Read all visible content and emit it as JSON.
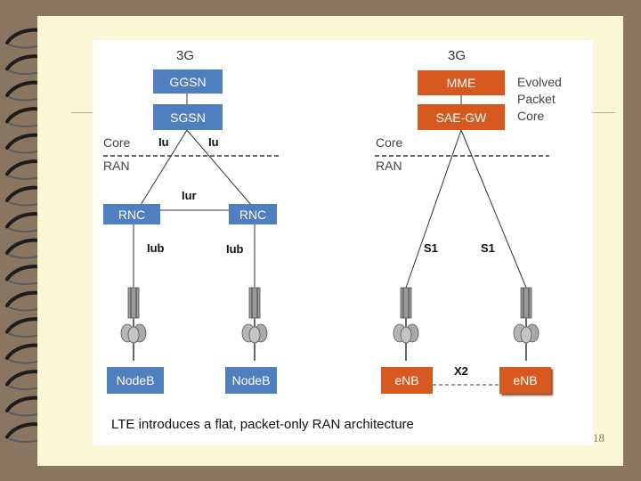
{
  "slide": {
    "page_number": "18",
    "caption": "LTE introduces a flat, packet-only RAN architecture"
  },
  "left": {
    "gen_label": "3G",
    "ggsn": "GGSN",
    "sgsn": "SGSN",
    "core": "Core",
    "ran": "RAN",
    "iu_left": "Iu",
    "iu_right": "Iu",
    "iur": "Iur",
    "rnc_left": "RNC",
    "rnc_right": "RNC",
    "iub_left": "Iub",
    "iub_right": "Iub",
    "nodeb_left": "NodeB",
    "nodeb_right": "NodeB"
  },
  "right": {
    "gen_label": "3G",
    "mme": "MME",
    "sae_gw": "SAE-GW",
    "epc_line1": "Evolved",
    "epc_line2": "Packet",
    "epc_line3": "Core",
    "core": "Core",
    "ran": "RAN",
    "s1_left": "S1",
    "s1_right": "S1",
    "x2": "X2",
    "enb_left": "eNB",
    "enb_right": "eNB"
  },
  "colors": {
    "umts_box": "#4f7fbe",
    "lte_box": "#d65a1f",
    "gen_label": "#333333"
  }
}
